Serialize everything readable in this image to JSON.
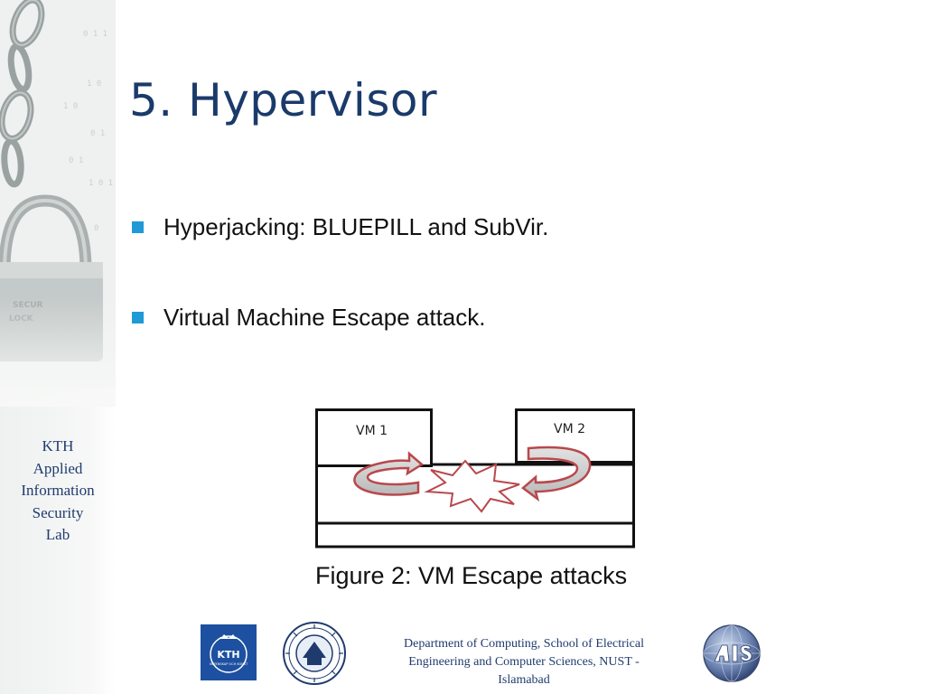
{
  "sidebar": {
    "lab_name_lines": [
      "KTH",
      "Applied",
      "Information",
      "Security",
      "Lab"
    ]
  },
  "slide": {
    "title": "5. Hypervisor",
    "bullets": [
      "Hyperjacking: BLUEPILL and SubVir.",
      "Virtual Machine Escape attack."
    ],
    "figure": {
      "vm1_label": "VM 1",
      "vm2_label": "VM 2",
      "caption": "Figure 2: VM Escape attacks"
    }
  },
  "footer": {
    "kth_logo_text": "KTH",
    "kth_logo_subtext": "VETENSKAP OCH KONST",
    "department_lines": [
      "Department of Computing, School of Electrical",
      "Engineering and Computer Sciences, NUST -",
      "Islamabad"
    ]
  },
  "colors": {
    "title": "#1a3a6b",
    "bullet_marker": "#1f9ad6",
    "arrow_stroke": "#b8484c",
    "lab_text": "#1f3b6e"
  }
}
